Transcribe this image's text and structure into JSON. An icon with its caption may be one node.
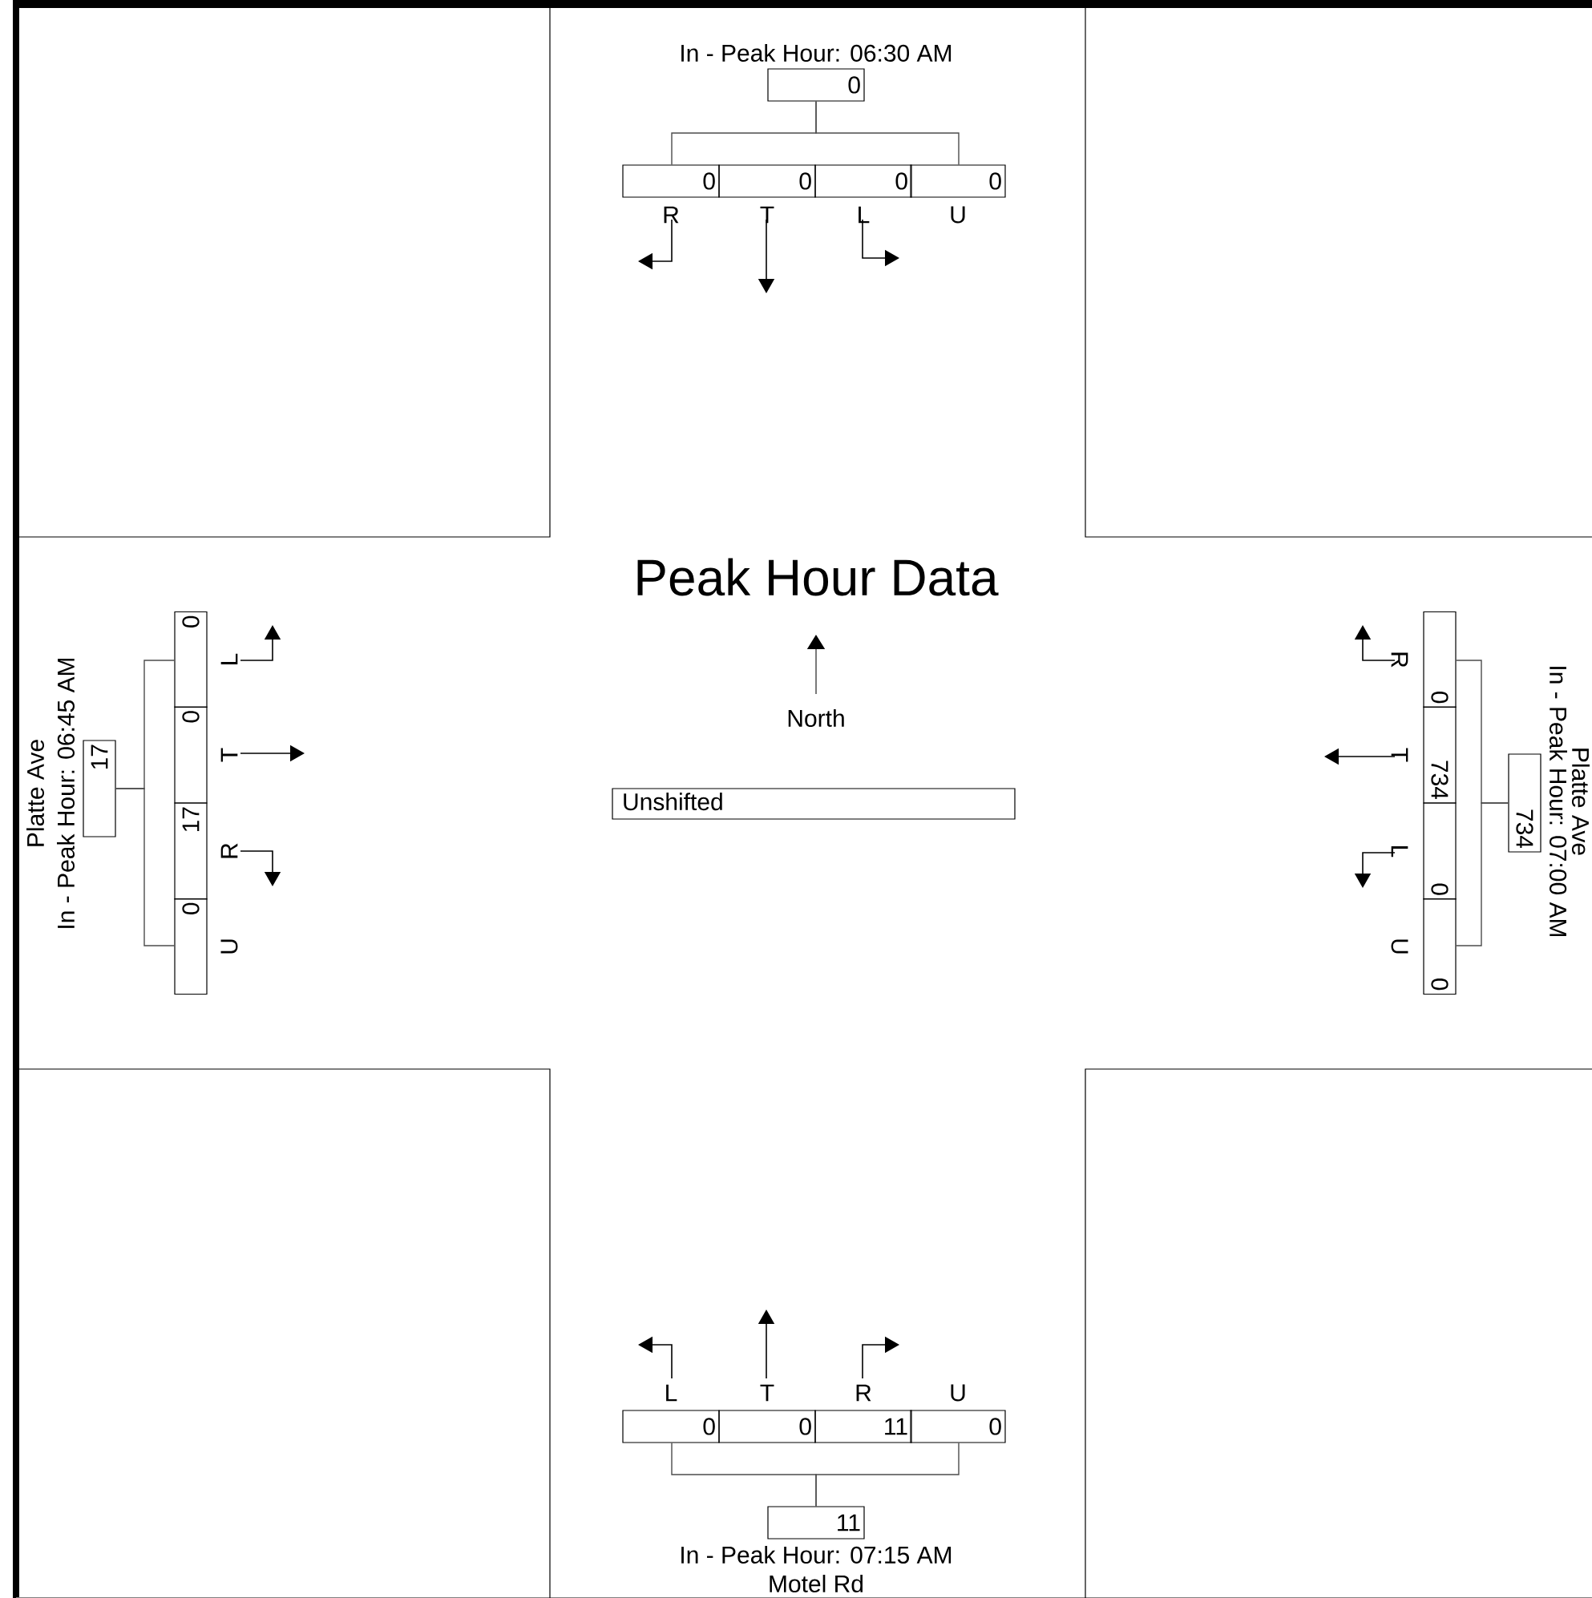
{
  "diagram": {
    "title": "Peak Hour Data",
    "nodes": [
      {
        "text": [
          "0"
        ],
        "beside": [
          "In - Peak Hour: 06:30 AM"
        ]
      },
      {
        "text": [
          "0"
        ],
        "beside": [
          "R"
        ]
      },
      {
        "text": [
          "0"
        ],
        "beside": [
          "T"
        ]
      },
      {
        "text": [
          "0"
        ],
        "beside": [
          "L"
        ]
      },
      {
        "text": [
          "0"
        ],
        "beside": [
          "U"
        ]
      },
      {
        "text": [
          "17"
        ],
        "beside": [
          "In - Peak Hour: 06:45 AM"
        ]
      },
      {
        "text": [
          "0"
        ],
        "beside": [
          "L"
        ]
      },
      {
        "text": [
          "0"
        ],
        "beside": [
          "T"
        ]
      },
      {
        "text": [
          "17"
        ],
        "beside": [
          "R"
        ]
      },
      {
        "text": [
          "0"
        ],
        "beside": [
          "U"
        ]
      },
      {
        "text": [
          "734"
        ],
        "beside": [
          "In - Peak Hour: 07:00 AM"
        ]
      },
      {
        "text": [
          "0"
        ],
        "beside": [
          "R"
        ]
      },
      {
        "text": [
          "734"
        ],
        "beside": [
          "T"
        ]
      },
      {
        "text": [
          "0"
        ],
        "beside": [
          "L"
        ]
      },
      {
        "text": [
          "0"
        ],
        "beside": [
          "U"
        ]
      },
      {
        "text": [
          "11"
        ],
        "beside": [
          "In - Peak Hour: 07:15 AM"
        ]
      },
      {
        "text": [
          "0"
        ],
        "beside": [
          "L"
        ]
      },
      {
        "text": [
          "0"
        ],
        "beside": [
          "T"
        ]
      },
      {
        "text": [
          "11"
        ],
        "beside": [
          "R"
        ]
      },
      {
        "text": [
          "0"
        ],
        "beside": [
          "U"
        ]
      },
      {
        "text": [
          "Unshifted"
        ]
      }
    ],
    "edges": [
      {
        "from": 0,
        "to": 1,
        "arrow": "none"
      },
      {
        "from": 0,
        "to": 4,
        "arrow": "none"
      },
      {
        "from": 5,
        "to": 6,
        "arrow": "none"
      },
      {
        "from": 5,
        "to": 9,
        "arrow": "none"
      },
      {
        "from": 10,
        "to": 11,
        "arrow": "none"
      },
      {
        "from": 10,
        "to": 14,
        "arrow": "none"
      },
      {
        "from": 15,
        "to": 16,
        "arrow": "none"
      },
      {
        "from": 15,
        "to": 19,
        "arrow": "none"
      }
    ],
    "labels": [
      "Platte Ave",
      "North",
      "Platte Ave",
      "Motel Rd"
    ]
  }
}
